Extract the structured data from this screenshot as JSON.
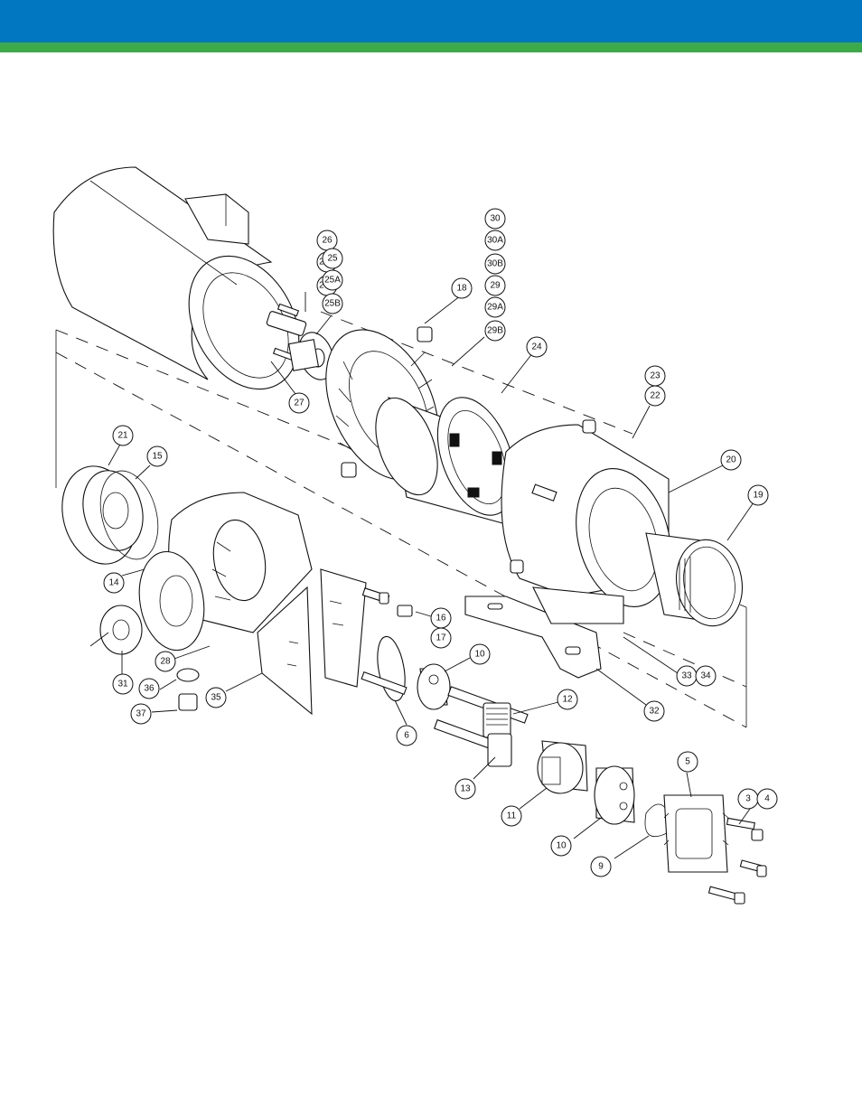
{
  "header": {
    "blue_color": "#0077C0",
    "green_color": "#3DAA49"
  },
  "diagram": {
    "callouts": [
      {
        "label": "30"
      },
      {
        "label": "30A"
      },
      {
        "label": "30B"
      },
      {
        "label": "29"
      },
      {
        "label": "29A"
      },
      {
        "label": "29B"
      },
      {
        "label": "26"
      },
      {
        "label": "26A"
      },
      {
        "label": "26B"
      },
      {
        "label": "25"
      },
      {
        "label": "25A"
      },
      {
        "label": "25B"
      },
      {
        "label": "18"
      },
      {
        "label": "24"
      },
      {
        "label": "27"
      },
      {
        "label": "23"
      },
      {
        "label": "22"
      },
      {
        "label": "20"
      },
      {
        "label": "19"
      },
      {
        "label": "21"
      },
      {
        "label": "15"
      },
      {
        "label": "14"
      },
      {
        "label": "16"
      },
      {
        "label": "17"
      },
      {
        "label": "28"
      },
      {
        "label": "31"
      },
      {
        "label": "36"
      },
      {
        "label": "37"
      },
      {
        "label": "35"
      },
      {
        "label": "6"
      },
      {
        "label": "10"
      },
      {
        "label": "12"
      },
      {
        "label": "13"
      },
      {
        "label": "33"
      },
      {
        "label": "34"
      },
      {
        "label": "32"
      },
      {
        "label": "11"
      },
      {
        "label": "10"
      },
      {
        "label": "5"
      },
      {
        "label": "3"
      },
      {
        "label": "4"
      },
      {
        "label": "9"
      }
    ]
  }
}
